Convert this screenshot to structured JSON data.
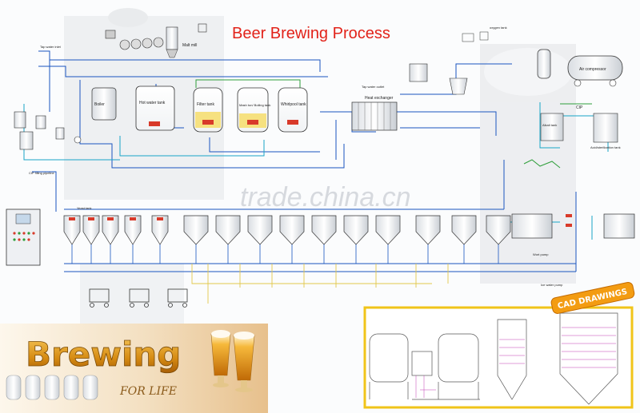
{
  "header": {
    "title": "Beer Brewing Process"
  },
  "colors": {
    "title": "#e2231a",
    "pipe_blue": "#1a55c0",
    "pipe_cyan": "#18a5c8",
    "pipe_green": "#2e9e3a",
    "pipe_yellow": "#e2c84a",
    "brand_orange": "#f39c12",
    "cad_frame": "#f0c419"
  },
  "labels": {
    "malt_mill": "Malt mill",
    "hot_water_tank": "Hot water tank",
    "filter_tank": "Filter tank",
    "mash_tank": "Mash tun/ Boiling tank",
    "whirlpool_tank": "Whirlpool tank",
    "heat_exchanger": "Heat exchanger",
    "boiler": "Boiler",
    "air_compressor": "Air compressor",
    "cip": "CIP",
    "tap_water_inlet": "Tap water inlet",
    "tap_water_outlet": "Tap water outlet",
    "cip_filling_pipe": "CIP filling pipeline",
    "ice_water_pump": "Ice water pump",
    "wort_pump": "Wort pump",
    "oxygen_tank": "oxygen tank",
    "yeast_tank": "Yeast tank",
    "alkali_tank": "Alkali tank",
    "acid_tank": "Acid/sterilization tank"
  },
  "watermark": "trade.china.cn",
  "banner": {
    "headline": "Brewing",
    "subline": "FOR LIFE"
  },
  "cad": {
    "badge": "CAD DRAWINGS"
  }
}
